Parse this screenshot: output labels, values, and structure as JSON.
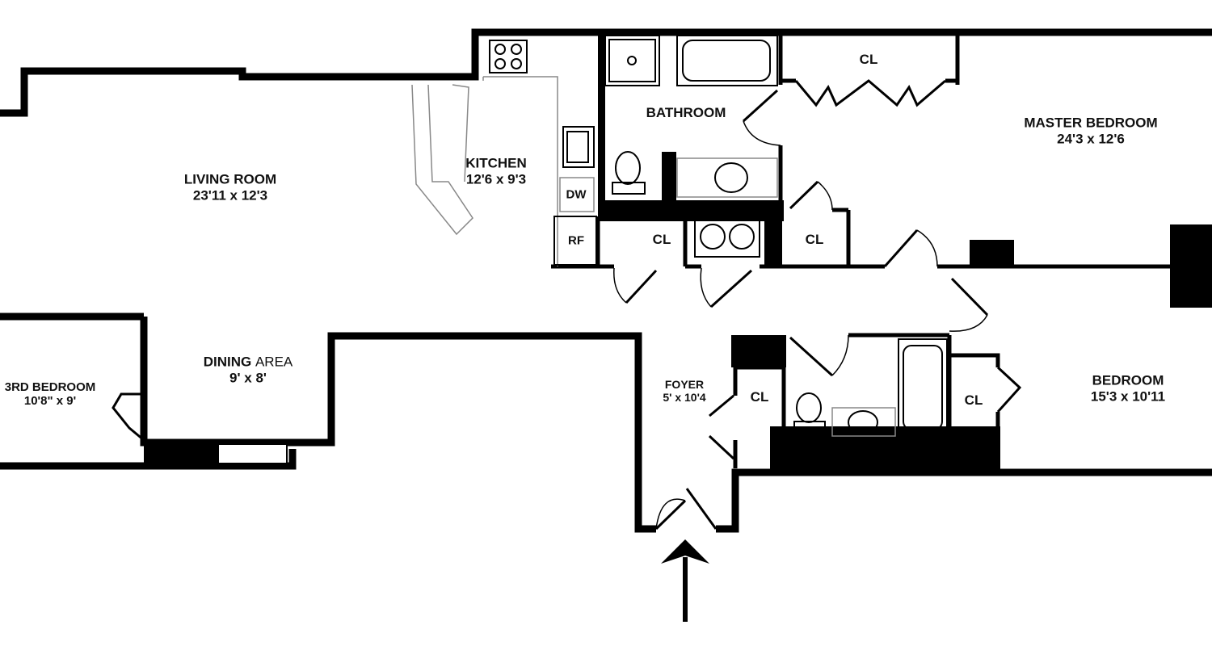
{
  "rooms": {
    "living_room": {
      "name": "LIVING ROOM",
      "dims": "23'11 x 12'3"
    },
    "kitchen": {
      "name": "KITCHEN",
      "dims": "12'6 x 9'3"
    },
    "bathroom": {
      "name": "BATHROOM"
    },
    "master_bedroom": {
      "name": "MASTER BEDROOM",
      "dims": "24'3 x 12'6"
    },
    "third_bedroom": {
      "name": "3RD BEDROOM",
      "dims": "10'8\" x 9'"
    },
    "dining_area": {
      "name_part1": "DINING",
      "name_part2": "AREA",
      "dims": "9' x 8'"
    },
    "foyer": {
      "name": "FOYER",
      "dims": "5' x 10'4"
    },
    "bedroom": {
      "name": "BEDROOM",
      "dims": "15'3 x 10'11"
    }
  },
  "closets": {
    "master": "CL",
    "hall_1": "CL",
    "hall_2": "CL",
    "foyer": "CL",
    "bedroom": "CL"
  },
  "appliances": {
    "dishwasher": "DW",
    "refrigerator": "RF"
  }
}
